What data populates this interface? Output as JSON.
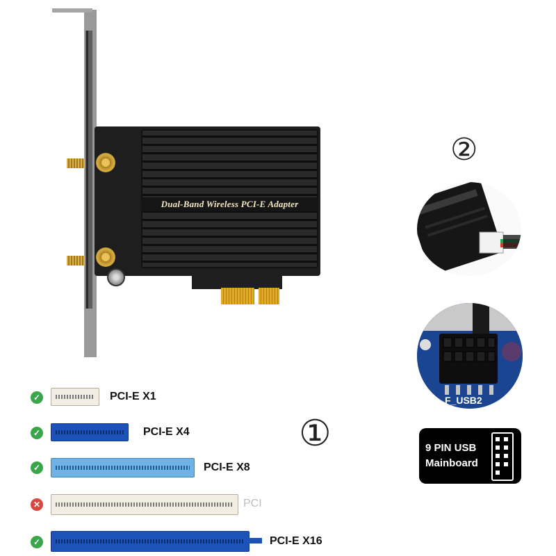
{
  "card": {
    "label": "Dual-Band Wireless PCI-E Adapter"
  },
  "markers": {
    "one": "①",
    "two": "②"
  },
  "slots": [
    {
      "label": "PCI-E X1",
      "compatible": true
    },
    {
      "label": "PCI-E X4",
      "compatible": true
    },
    {
      "label": "PCI-E X8",
      "compatible": true
    },
    {
      "label": "PCI",
      "compatible": false
    },
    {
      "label": "PCI-E X16",
      "compatible": true
    }
  ],
  "motherboard": {
    "header_label": "F_USB2"
  },
  "usb_badge": {
    "line1": "9 PIN USB",
    "line2": "Mainboard"
  },
  "icons": {
    "ok": "check-icon",
    "bad": "cross-icon"
  },
  "colors": {
    "ok": "#3aa64a",
    "bad": "#d9473f",
    "slot_blue": "#1d52b8",
    "slot_light_blue": "#6fb3e6"
  }
}
